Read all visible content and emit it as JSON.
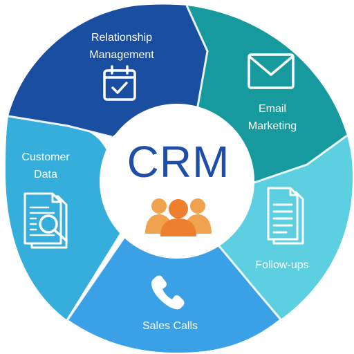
{
  "center": {
    "title": "CRM",
    "icon": "people-group-icon"
  },
  "segments": [
    {
      "id": "relationship-management",
      "label_lines": [
        "Relationship",
        "Management"
      ],
      "icon": "calendar-check-icon",
      "color": "#1a4ea1"
    },
    {
      "id": "email-marketing",
      "label_lines": [
        "Email",
        "Marketing"
      ],
      "icon": "envelope-icon",
      "color": "#169a9e"
    },
    {
      "id": "follow-ups",
      "label_lines": [
        "Follow-ups"
      ],
      "icon": "document-icon",
      "color": "#5cd0e0"
    },
    {
      "id": "sales-calls",
      "label_lines": [
        "Sales Calls"
      ],
      "icon": "phone-icon",
      "color": "#3aa1e6"
    },
    {
      "id": "customer-data",
      "label_lines": [
        "Customer",
        "Data"
      ],
      "icon": "document-search-icon",
      "color": "#35aedc"
    }
  ],
  "colors": {
    "crm_text": "#1f4ea8",
    "people_icon": "#f08c3a",
    "inner_circle": "#ffffff"
  }
}
